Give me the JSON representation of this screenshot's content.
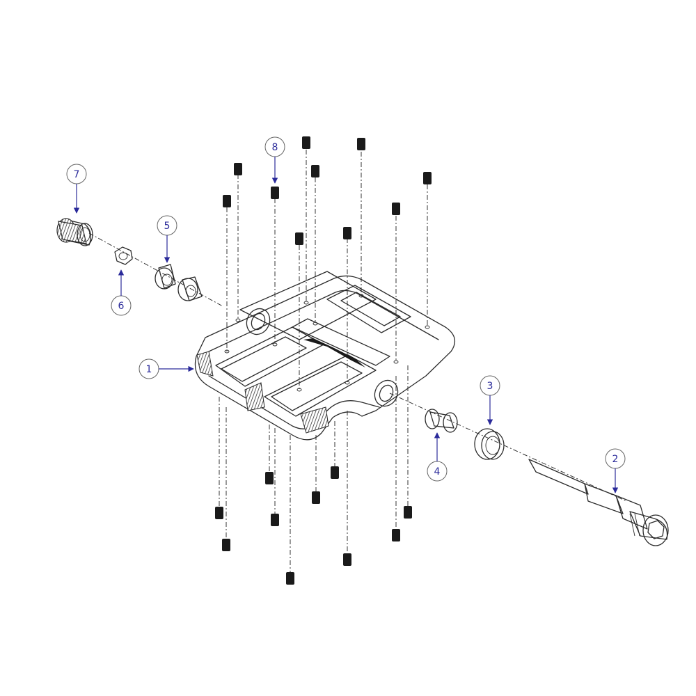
{
  "callouts": [
    {
      "label": "1",
      "part": "pedal-body"
    },
    {
      "label": "2",
      "part": "spindle-axle"
    },
    {
      "label": "3",
      "part": "seal-ring"
    },
    {
      "label": "4",
      "part": "bushing"
    },
    {
      "label": "5",
      "part": "bearings"
    },
    {
      "label": "6",
      "part": "lock-nut"
    },
    {
      "label": "7",
      "part": "end-cap"
    },
    {
      "label": "8",
      "part": "traction-pins"
    }
  ],
  "colors": {
    "line": "#2b2b2b",
    "callout": "#2a2a9a",
    "pin": "#1a1a1a"
  }
}
